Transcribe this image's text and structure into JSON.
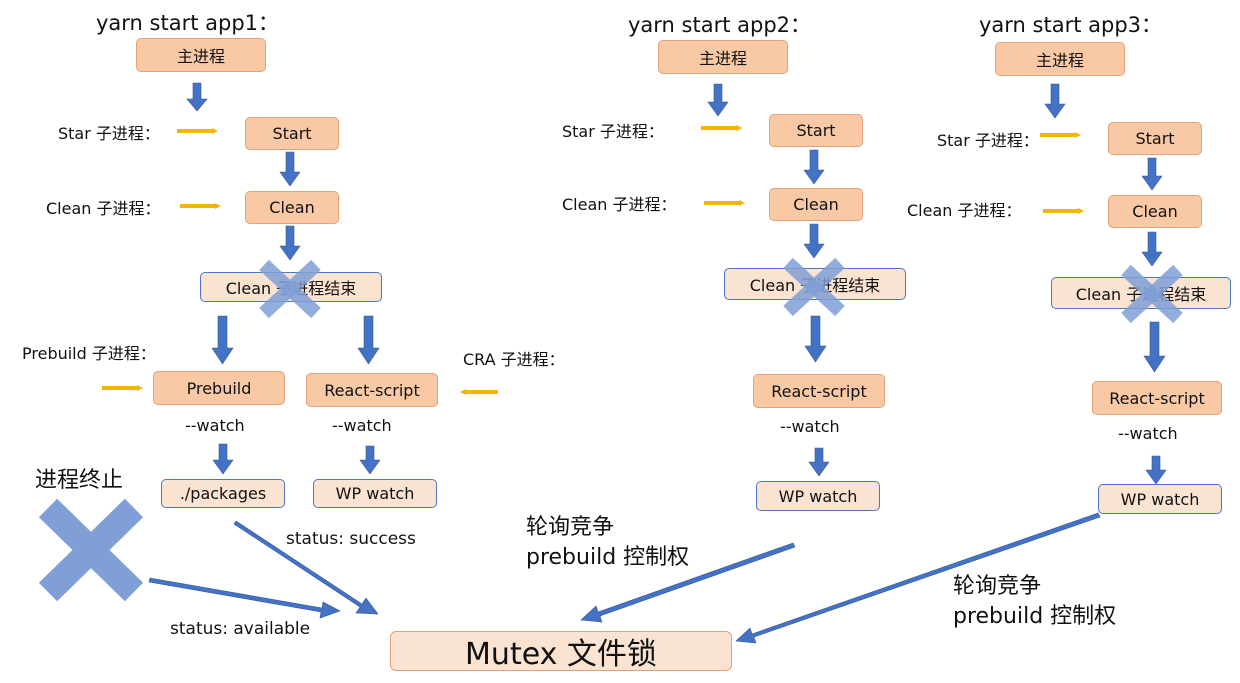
{
  "apps": [
    {
      "title": "yarn start app1：",
      "main": "主进程",
      "start": "Start",
      "clean": "Clean",
      "clean_end": "Clean 子进程结束",
      "prebuild": "Prebuild",
      "react": "React-script",
      "watch_left": "--watch",
      "watch_right": "--watch",
      "packages": "./packages",
      "wp": "WP watch",
      "star_label": "Star 子进程：",
      "clean_label": "Clean 子进程：",
      "prebuild_label": "Prebuild 子进程：",
      "cra_label": "CRA 子进程："
    },
    {
      "title": "yarn start app2：",
      "main": "主进程",
      "start": "Start",
      "clean": "Clean",
      "clean_end": "Clean 子进程结束",
      "react": "React-script",
      "watch": "--watch",
      "wp": "WP watch",
      "star_label": "Star 子进程：",
      "clean_label": "Clean 子进程："
    },
    {
      "title": "yarn start app3：",
      "main": "主进程",
      "start": "Start",
      "clean": "Clean",
      "clean_end": "Clean 子进程结束",
      "react": "React-script",
      "watch": "--watch",
      "wp": "WP watch",
      "star_label": "Star 子进程：",
      "clean_label": "Clean 子进程："
    }
  ],
  "terminated_label": "进程终止",
  "status_success": "status: success",
  "status_available": "status: available",
  "poll_label_1": "轮询竞争\nprebuild 控制权",
  "poll_label_2": "轮询竞争\nprebuild 控制权",
  "mutex": "Mutex 文件锁",
  "colors": {
    "process_fill": "#f8c9a4",
    "light_fill": "#fbe3d1",
    "blue_arrow": "#4472c4",
    "yellow_arrow": "#f2b500",
    "cross": "#7f9fd6"
  }
}
